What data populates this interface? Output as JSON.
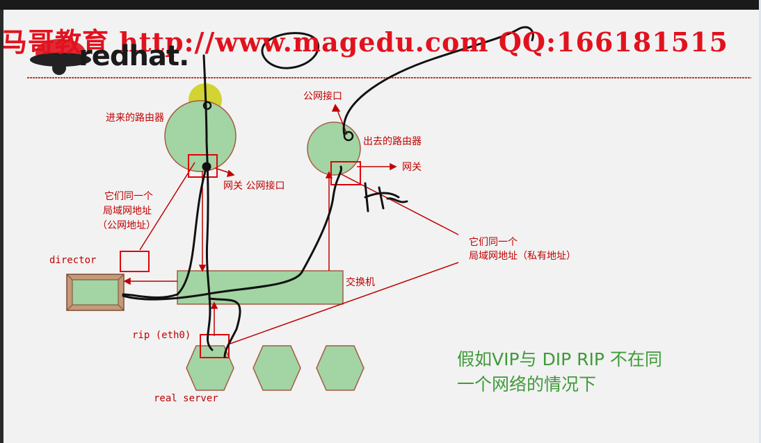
{
  "header": {
    "watermark": "马哥教育 http://www.magedu.com QQ:166181515",
    "brand": "redhat."
  },
  "labels": {
    "in_router": "进来的路由器",
    "out_router": "出去的路由器",
    "public_iface_top": "公网接口",
    "gateway_left": "网关 公网接口",
    "gateway_right": "网关",
    "same_lan_public_1": "它们同一个",
    "same_lan_public_2": "局域网地址",
    "same_lan_public_3": "（公网地址）",
    "same_lan_private_1": "它们同一个",
    "same_lan_private_2": "局域网地址（私有地址）",
    "switch": "交换机",
    "director": "director",
    "rip": "rip (eth0)",
    "real_server": "real server"
  },
  "note": {
    "line1": "假如VIP与 DIP RIP 不在同",
    "line2": "一个网络的情况下"
  },
  "colors": {
    "node_fill": "#a3d4a3",
    "node_stroke": "#a35a44",
    "label_red": "#c00000",
    "note_green": "#3f9a3a",
    "highlight": "#cfcf1e"
  }
}
